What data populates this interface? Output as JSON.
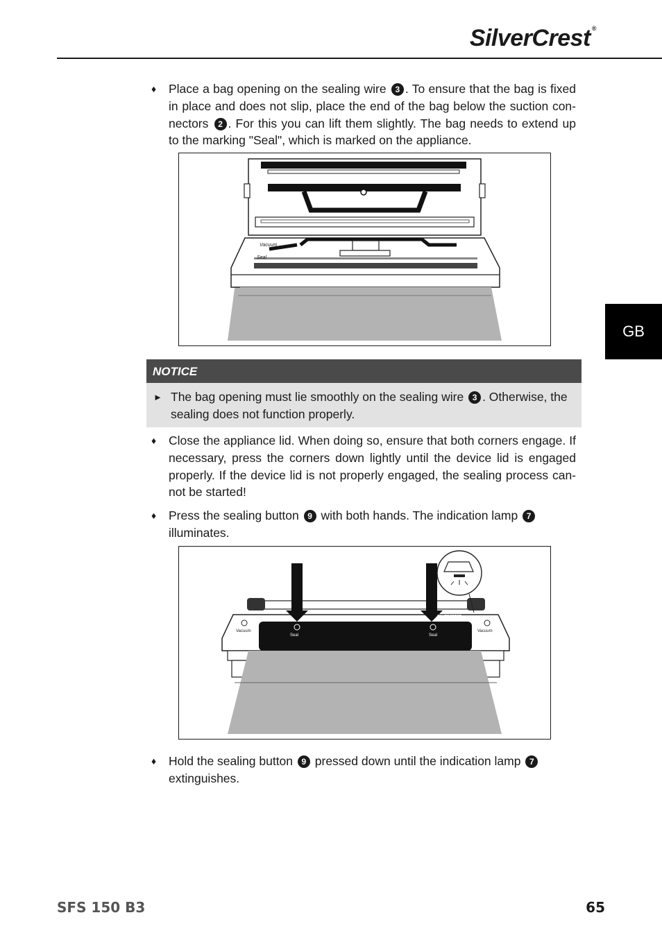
{
  "header": {
    "brand": "SilverCrest",
    "registered": "®"
  },
  "side_tab": {
    "label": "GB"
  },
  "bullets": {
    "b1": {
      "marker": "♦",
      "text_a": "Place a bag opening on the sealing wire ",
      "num_a": "3",
      "text_b": ". To ensure that the bag is fixed in place and does not slip, place the end of the bag below the suction con-nectors ",
      "num_b": "2",
      "text_c": ". For this you can lift them slightly. The bag needs to extend up to the marking \"Seal\", which is marked on the appliance."
    },
    "b2": {
      "marker": "♦",
      "text": "Close the appliance lid. When doing so, ensure that both corners engage. If necessary, press the corners down lightly until the device lid is engaged properly. If the device lid is not properly engaged, the sealing process can-not be started!"
    },
    "b3": {
      "marker": "♦",
      "text_a": "Press the sealing button ",
      "num_a": "9",
      "text_b": " with both hands. The indication lamp ",
      "num_b": "7",
      "text_c": " illuminates."
    },
    "b4": {
      "marker": "♦",
      "text_a": "Hold the sealing button ",
      "num_a": "9",
      "text_b": " pressed down until the indication lamp ",
      "num_b": "7",
      "text_c": " extinguishes."
    }
  },
  "notice": {
    "title": "NOTICE",
    "marker": "►",
    "text_a": "The bag opening must lie smoothly on the sealing wire ",
    "num_a": "3",
    "text_b": ". Otherwise, the sealing does not function properly."
  },
  "figure1": {
    "label_vacuum": "Vacuum",
    "label_seal": "Seal"
  },
  "figure2": {
    "label_vacuum_left": "Vacuum",
    "label_seal_left": "Seal",
    "label_seal_right": "Seal",
    "label_vacuum_right": "Vacuum",
    "label_brand": "SILVERCREST"
  },
  "footer": {
    "model": "SFS 150 B3",
    "page": "65"
  }
}
